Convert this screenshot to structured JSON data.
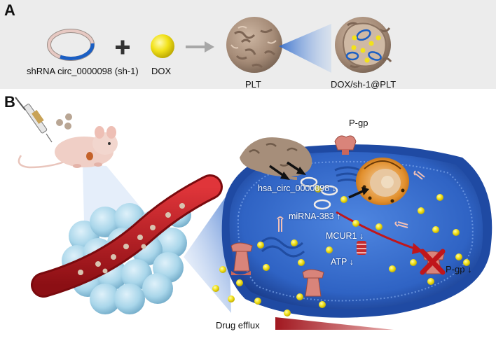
{
  "panel_a": {
    "letter": "A",
    "plasmid_label": "shRNA circ_0000098 (sh-1)",
    "plus": "+",
    "dox_label": "DOX",
    "plt_label": "PLT",
    "loaded_label": "DOX/sh-1@PLT"
  },
  "panel_b": {
    "letter": "B",
    "pgp_top": "P-gp",
    "circ_label": "hsa_circ_0000098 ↓",
    "mirna_label": "miRNA-383 ↑",
    "mcur1_label": "MCUR1 ↓",
    "atp_label": "ATP ↓",
    "pgp_right": "P-gp ↓",
    "efflux_label": "Drug efflux"
  },
  "colors": {
    "panel_a_bg": "#ececec",
    "cell_blue": "#2f63c4",
    "dox_yellow": "#f2e21a",
    "vessel_red": "#b3161b",
    "pgp_pink": "#d9847a",
    "tumor_blue": "#a9d6ea"
  },
  "icons": [
    "plasmid-ring-icon",
    "plus-icon",
    "arrow-icon",
    "platelet-icon",
    "syringe-icon",
    "mouse-icon",
    "tumor-icon",
    "blood-vessel-icon",
    "cancer-cell-icon",
    "mitochondrion-icon",
    "cross-mark-icon"
  ]
}
